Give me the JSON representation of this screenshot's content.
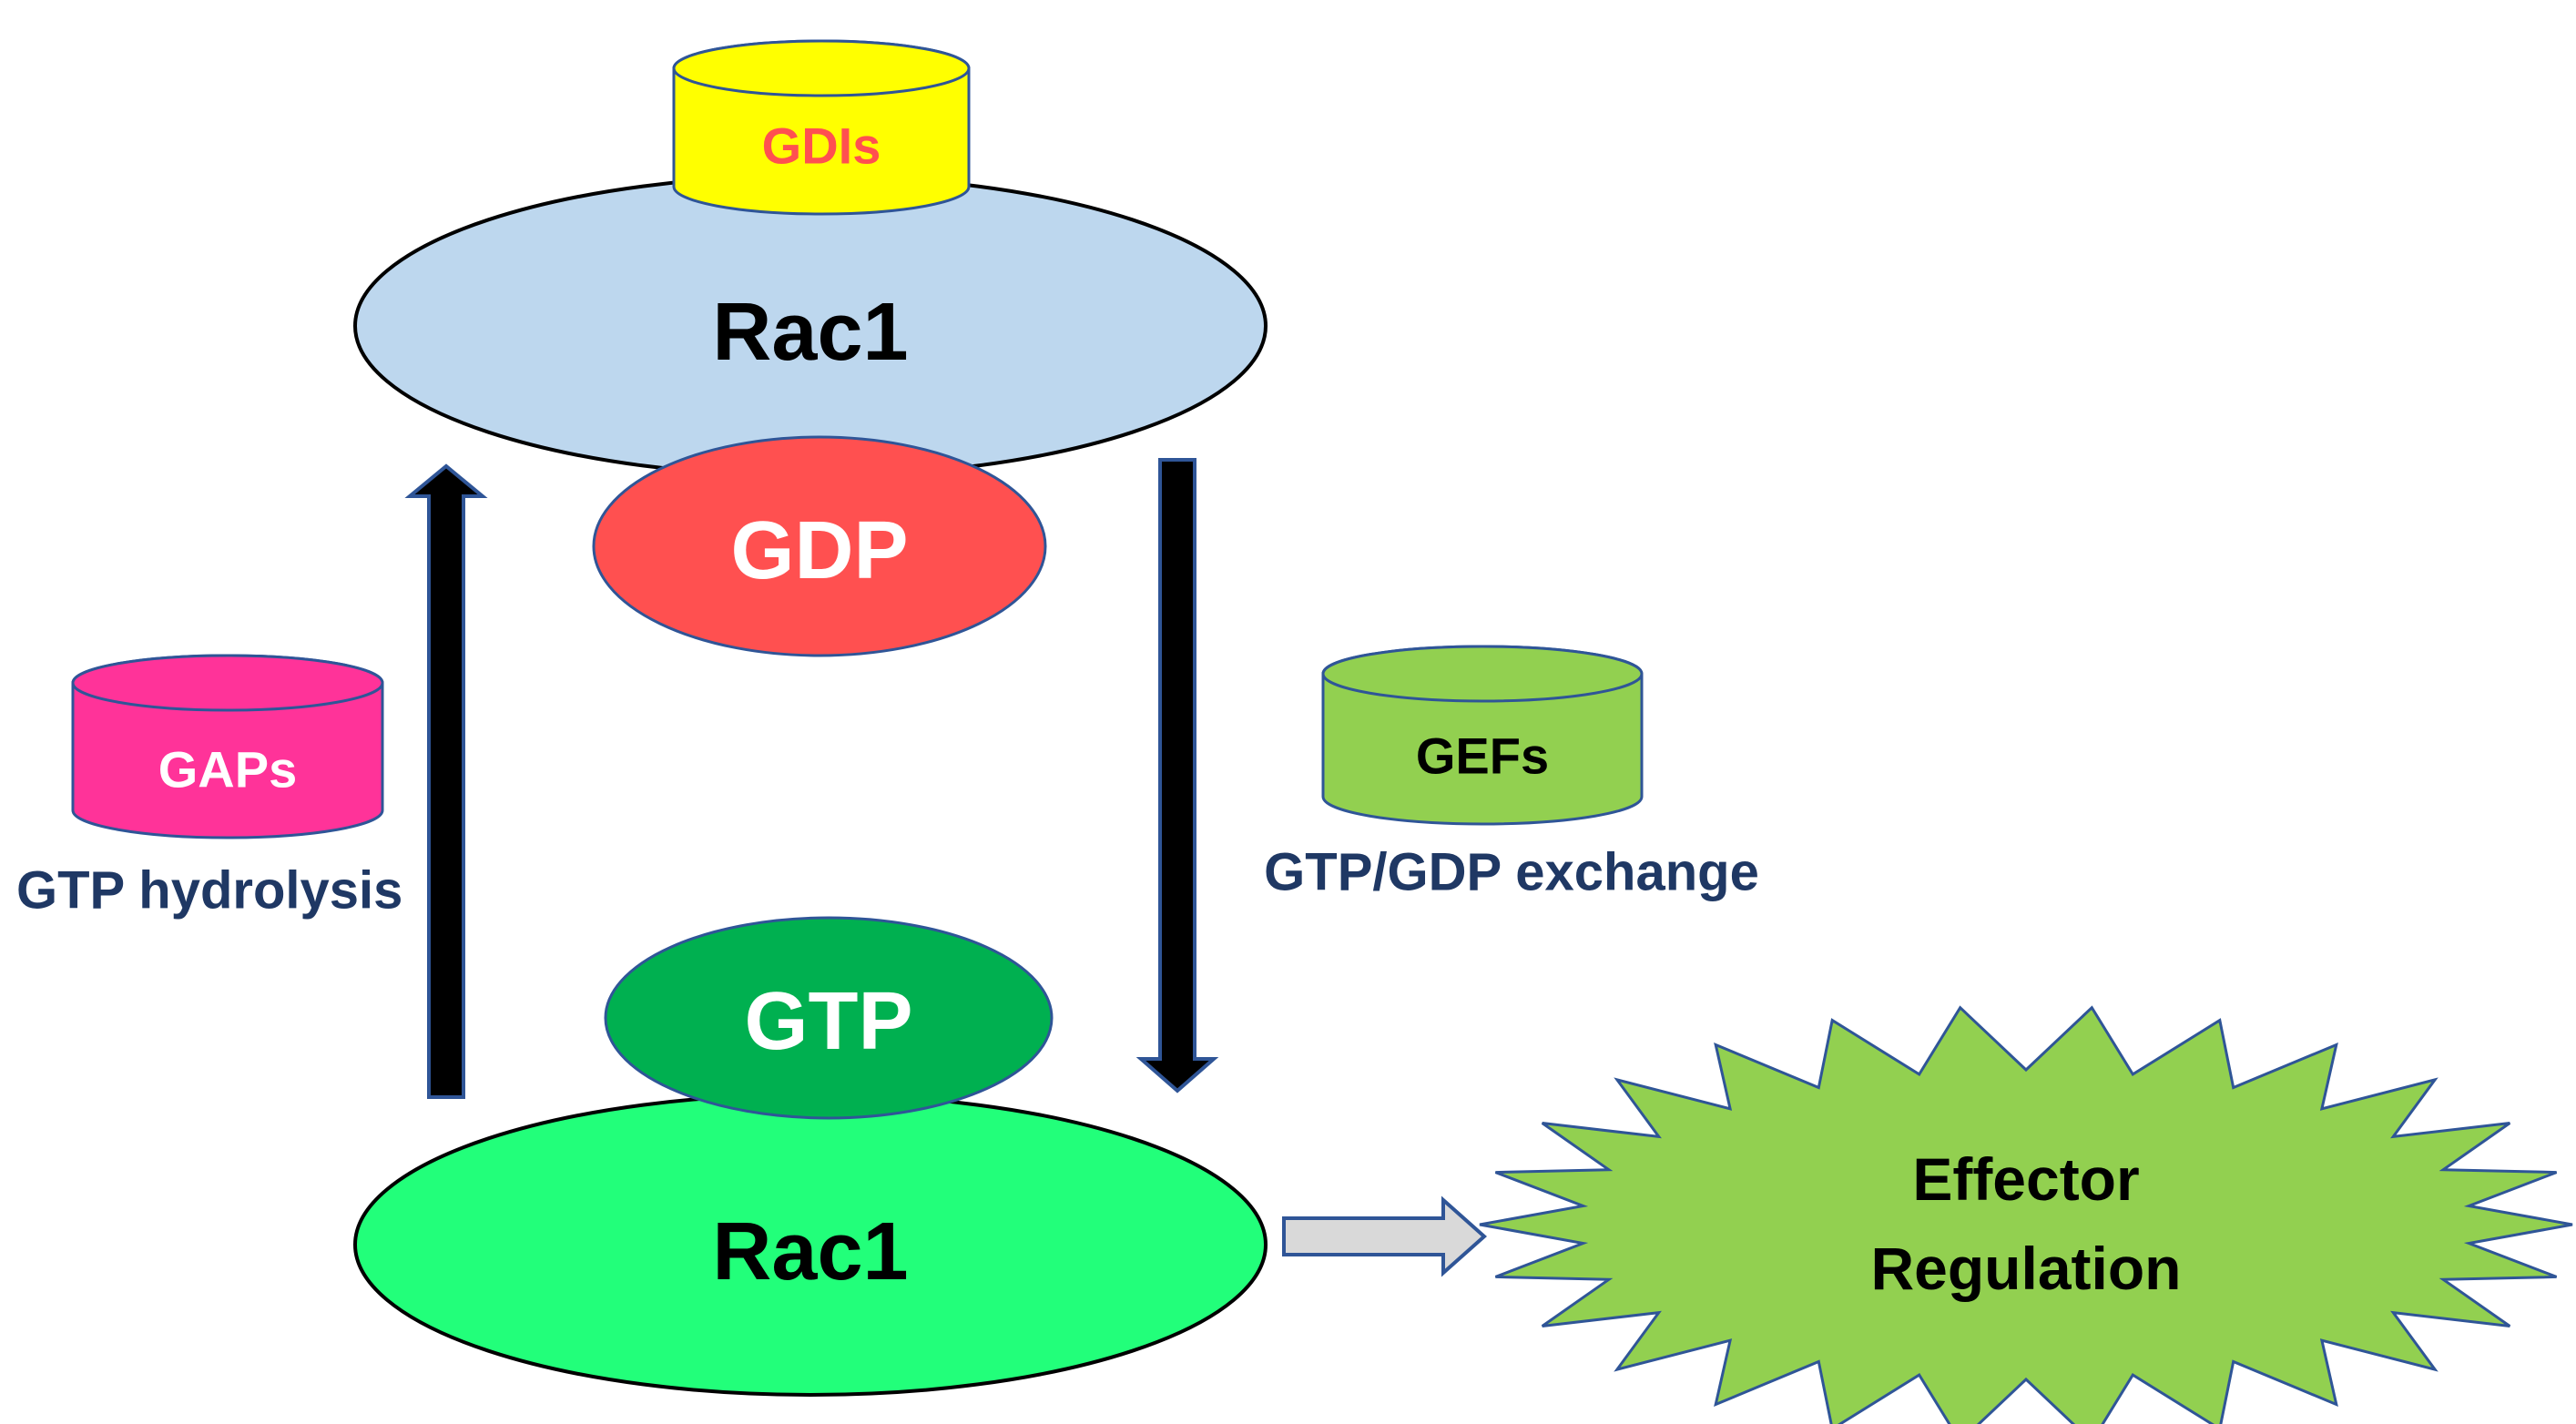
{
  "rac1_inactive": {
    "label": "Rac1",
    "fill": "#BDD7EE"
  },
  "gdp": {
    "label": "GDP",
    "fill": "#FF5050",
    "text_color": "#FFFFFF"
  },
  "gdis": {
    "label": "GDIs",
    "fill": "#FFFF00",
    "text_color": "#FF5050"
  },
  "gaps": {
    "label": "GAPs",
    "fill": "#FF3399",
    "text_color": "#FFFFFF"
  },
  "gaps_caption": "GTP hydrolysis",
  "gefs": {
    "label": "GEFs",
    "fill": "#92D050",
    "text_color": "#000000"
  },
  "gefs_caption": "GTP/GDP exchange",
  "gtp": {
    "label": "GTP",
    "fill": "#00B050",
    "text_color": "#FFFFFF"
  },
  "rac1_active": {
    "label": "Rac1",
    "fill": "#22FF7A"
  },
  "effector": {
    "line1": "Effector",
    "line2": "Regulation",
    "fill": "#92D050"
  },
  "caption_color": "#1F3864",
  "outline_color": "#2F5597"
}
